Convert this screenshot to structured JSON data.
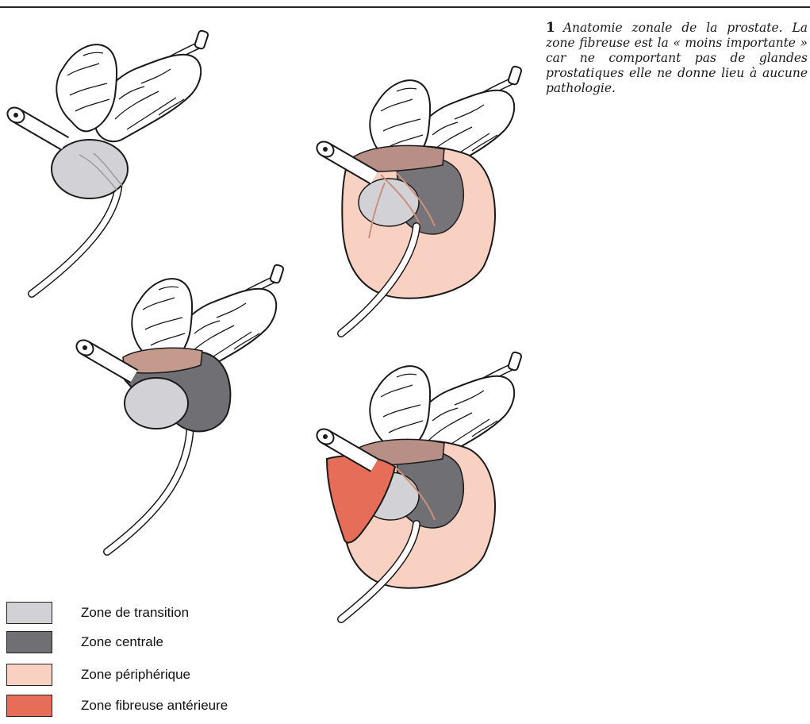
{
  "caption": {
    "number": "1",
    "text": "Anatomie zonale de la prostate. La zone fibreuse est la « moins importante » car ne comportant pas de glandes prostatiques elle ne donne lieu à aucune pathologie."
  },
  "legend": [
    {
      "label": "Zone de transition",
      "color": "#d2d2d6"
    },
    {
      "label": "Zone centrale",
      "color": "#707074"
    },
    {
      "label": "Zone périphérique",
      "color": "#f8d1c3"
    },
    {
      "label": "Zone fibreuse antérieure",
      "color": "#e66e58"
    }
  ],
  "colors": {
    "outline": "#1a1a1a",
    "transition": "#d2d2d6",
    "central": "#707074",
    "peripheral": "#f8d1c3",
    "fibrous": "#e66e58",
    "ejaculatory_duct": "#c9907e",
    "base_zone": "#b88f86"
  },
  "figures": [
    {
      "id": "stage-1",
      "zones": [
        "transition"
      ]
    },
    {
      "id": "stage-2",
      "zones": [
        "transition",
        "central"
      ]
    },
    {
      "id": "stage-3",
      "zones": [
        "transition",
        "central",
        "peripheral"
      ]
    },
    {
      "id": "stage-4",
      "zones": [
        "transition",
        "central",
        "peripheral",
        "fibrous"
      ]
    }
  ]
}
